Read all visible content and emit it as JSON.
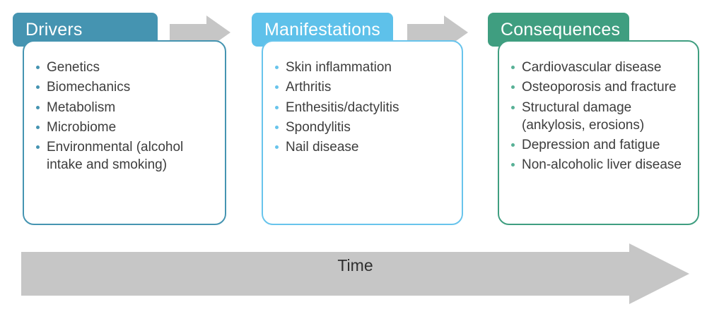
{
  "diagram": {
    "type": "process-flow",
    "title": "",
    "timeline_label": "Time",
    "colors": {
      "drivers": "#4594b1",
      "manifestations": "#5ec1ea",
      "consequences": "#3f9e80",
      "arrow_gray": "#c6c6c6",
      "body_text": "#3d3d3d",
      "card_background": "#ffffff"
    },
    "stages": [
      {
        "header": "Drivers",
        "accent": "#4594b1",
        "items": [
          "Genetics",
          "Biomechanics",
          "Metabolism",
          "Microbiome",
          "Environmental (alcohol intake and smoking)"
        ]
      },
      {
        "header": "Manifestations",
        "accent": "#5ec1ea",
        "items": [
          "Skin inflammation",
          "Arthritis",
          "Enthesitis/dactylitis",
          "Spondylitis",
          "Nail disease"
        ]
      },
      {
        "header": "Consequences",
        "accent": "#3f9e80",
        "items": [
          "Cardiovascular disease",
          "Osteoporosis and fracture",
          "Structural damage (ankylosis, erosions)",
          "Depression and fatigue",
          "Non-alcoholic liver disease"
        ]
      }
    ],
    "connectors": [
      {
        "name": "arrow-drivers-to-manifestations",
        "direction": "right"
      },
      {
        "name": "arrow-manifestations-to-consequences",
        "direction": "right"
      }
    ]
  }
}
